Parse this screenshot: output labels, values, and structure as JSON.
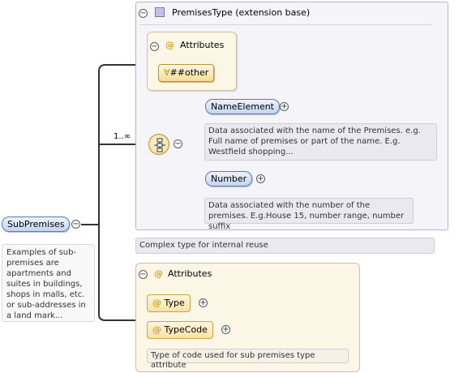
{
  "root": {
    "name": "SubPremises",
    "doc": "Examples of sub-premises are apartments and suites in buildings, shops in malls, etc. or sub-addresses in a land mark..."
  },
  "complex_type": {
    "title": "PremisesType (extension base)",
    "doc": "Complex type for internal reuse"
  },
  "top_attributes": {
    "title": "Attributes",
    "any_attribute": "##other"
  },
  "sequence": {
    "cardinality": "1..∞",
    "elements": [
      {
        "name": "NameElement",
        "doc": "Data associated with the name of the Premises. e.g. Full name of premises or part of the name. E.g. Westfield shopping..."
      },
      {
        "name": "Number",
        "doc": "Data associated with the number of the premises. E.g.House 15, number range, number suffix"
      }
    ]
  },
  "bottom_attributes": {
    "title": "Attributes",
    "items": [
      {
        "name": "Type"
      },
      {
        "name": "TypeCode",
        "doc": "Type of code used for sub premises type attribute"
      }
    ]
  },
  "icons": {
    "collapse": "minus-circle",
    "expand": "plus-circle",
    "attribute": "at-sign",
    "complex_type": "purple-square",
    "sequence": "sequence-compositor",
    "any_attribute": "wildcard"
  },
  "colors": {
    "element_fill": "#c4d5f0",
    "attribute_fill": "#f7e3a6",
    "type_panel": "#f5f4f8",
    "attr_panel": "#fcf6e7"
  }
}
